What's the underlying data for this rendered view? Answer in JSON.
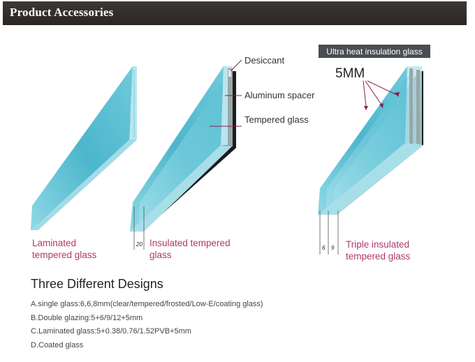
{
  "header": {
    "title": "Product Accessories"
  },
  "figure": {
    "panels": [
      {
        "label_line1": "Laminated",
        "label_line2": "tempered glass"
      },
      {
        "label_line1": "Insulated tempered",
        "label_line2": "glass",
        "dimension": "20"
      },
      {
        "label_line1": "Triple insulated",
        "label_line2": "tempered glass",
        "dimension_a": "6",
        "dimension_b": "9"
      }
    ],
    "callouts": {
      "desiccant": "Desiccant",
      "aluminum_spacer": "Aluminum spacer",
      "tempered_glass": "Tempered glass",
      "banner": "Ultra heat insulation glass",
      "thickness": "5MM"
    },
    "colors": {
      "glass": "#5fc0d2",
      "glass_edge": "#b8e6ee",
      "frame": "#1c1c1c",
      "label": "#b0376a"
    }
  },
  "designs": {
    "title": "Three Different Designs",
    "items": [
      "A.single glass:6,6,8mm(clear/tempered/frosted/Low-E/coating glass)",
      "B.Double glazing:5+6/9/12+5mm",
      "C.Laminated glass:5+0.38/0.76/1.52PVB+5mm",
      "D.Coated glass"
    ]
  }
}
